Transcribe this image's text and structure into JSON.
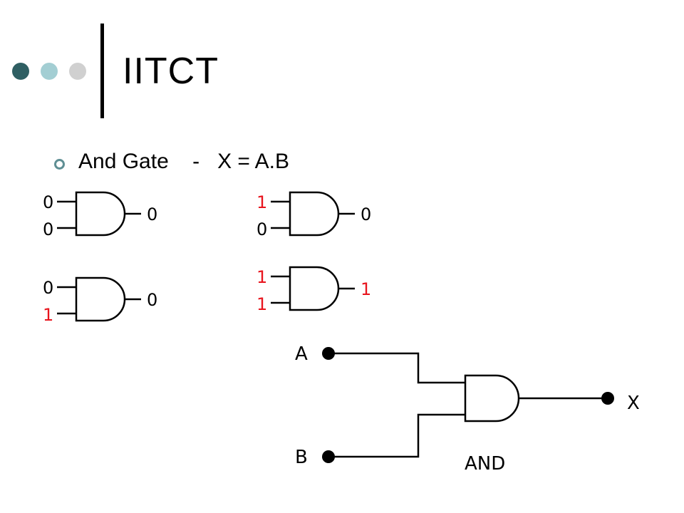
{
  "slide": {
    "title": "IITCT",
    "bullet": "And Gate    -   X = A.B"
  },
  "truth_examples": [
    {
      "a": "0",
      "b": "0",
      "out": "0"
    },
    {
      "a": "0",
      "b": "1",
      "out": "0"
    },
    {
      "a": "1",
      "b": "0",
      "out": "0"
    },
    {
      "a": "1",
      "b": "1",
      "out": "1"
    }
  ],
  "main_gate": {
    "input_a": "A",
    "input_b": "B",
    "output": "X",
    "label": "AND"
  },
  "colors": {
    "high": "#e8141d",
    "low": "#000000",
    "dot_dark": "#2f5f63",
    "dot_light": "#a3ced3",
    "dot_gray": "#d0d0d0"
  }
}
